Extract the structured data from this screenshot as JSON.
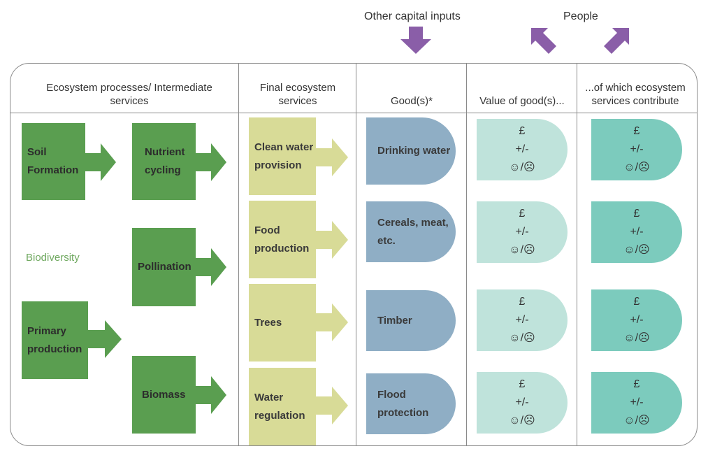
{
  "top": {
    "other_capital": "Other capital inputs",
    "people": "People"
  },
  "headers": {
    "col1": "Ecosystem processes/ Intermediate services",
    "col2": "Final ecosystem services",
    "col3": "Good(s)*",
    "col4": "Value of good(s)...",
    "col5": "...of which ecosystem services contribute"
  },
  "processes": {
    "soil": "Soil Formation",
    "primary": "Primary production",
    "nutrient": "Nutrient cycling",
    "pollination": "Pollination",
    "biomass": "Biomass",
    "biodiversity": "Biodiversity"
  },
  "final_services": [
    "Clean water provision",
    "Food production",
    "Trees",
    "Water regulation"
  ],
  "goods": [
    "Drinking water",
    "Cereals, meat, etc.",
    "Timber",
    "Flood protection"
  ],
  "value": {
    "pound": "£",
    "plusminus": "+/-",
    "faces": "☺/☹"
  },
  "colors": {
    "green": "#5a9e50",
    "lime": "#d8db97",
    "blue": "#8faec5",
    "teal_light": "#bfe3db",
    "teal": "#7ccbbd",
    "purple": "#8a5ea8"
  }
}
